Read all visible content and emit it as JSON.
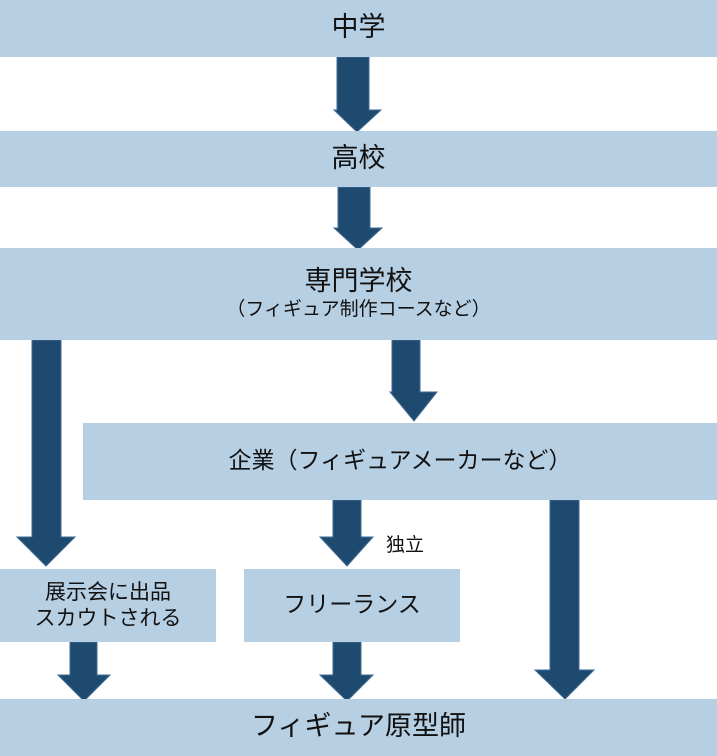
{
  "diagram": {
    "type": "career-path-flowchart",
    "colors": {
      "box_fill": "#b7cfe3",
      "arrow_fill": "#1f4a70",
      "text": "#111111"
    },
    "nodes": {
      "junior_high": {
        "label": "中学"
      },
      "high_school": {
        "label": "高校"
      },
      "vocational_school": {
        "label": "専門学校",
        "sublabel": "（フィギュア制作コースなど）"
      },
      "company": {
        "label": "企業（フィギュアメーカーなど）"
      },
      "exhibition": {
        "line1": "展示会に出品",
        "line2": "スカウトされる"
      },
      "freelance": {
        "label": "フリーランス"
      },
      "figure_prototyper": {
        "label": "フィギュア原型師"
      }
    },
    "edges": [
      {
        "from": "junior_high",
        "to": "high_school",
        "label": ""
      },
      {
        "from": "high_school",
        "to": "vocational_school",
        "label": ""
      },
      {
        "from": "vocational_school",
        "to": "exhibition",
        "label": ""
      },
      {
        "from": "vocational_school",
        "to": "company",
        "label": ""
      },
      {
        "from": "company",
        "to": "freelance",
        "label": "独立"
      },
      {
        "from": "company",
        "to": "figure_prototyper",
        "label": ""
      },
      {
        "from": "exhibition",
        "to": "figure_prototyper",
        "label": ""
      },
      {
        "from": "freelance",
        "to": "figure_prototyper",
        "label": ""
      }
    ],
    "edge_label_independence": "独立"
  }
}
